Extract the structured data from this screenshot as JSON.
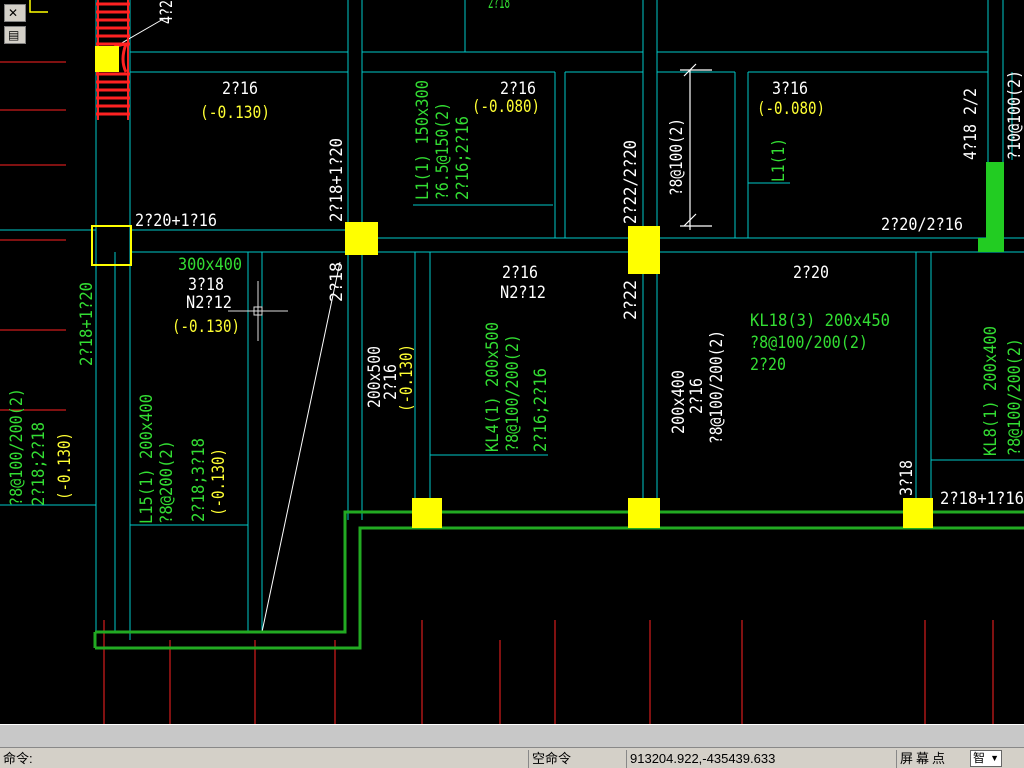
{
  "toolbar": {
    "close_glyph": "✕",
    "doc_glyph": "▤"
  },
  "drawing": {
    "labels": [
      {
        "id": "t1",
        "text": "2?16",
        "color": "#ffffff"
      },
      {
        "id": "t2",
        "text": "(-0.130)",
        "color": "#ffff33"
      },
      {
        "id": "t3",
        "text": "2?16",
        "color": "#ffffff"
      },
      {
        "id": "t4",
        "text": "(-0.080)",
        "color": "#ffff33"
      },
      {
        "id": "t5",
        "text": "3?16",
        "color": "#ffffff"
      },
      {
        "id": "t6",
        "text": "(-0.080)",
        "color": "#ffff33"
      },
      {
        "id": "t7",
        "text": "2?20+1?16",
        "color": "#ffffff"
      },
      {
        "id": "t8",
        "text": "2?20/2?16",
        "color": "#ffffff"
      },
      {
        "id": "t9",
        "text": "300x400",
        "color": "#33dd33"
      },
      {
        "id": "t10",
        "text": "3?18",
        "color": "#ffffff"
      },
      {
        "id": "t11",
        "text": "N2?12",
        "color": "#ffffff"
      },
      {
        "id": "t12",
        "text": "(-0.130)",
        "color": "#ffff33"
      },
      {
        "id": "t13",
        "text": "2?16",
        "color": "#ffffff"
      },
      {
        "id": "t14",
        "text": "N2?12",
        "color": "#ffffff"
      },
      {
        "id": "t15",
        "text": "2?20",
        "color": "#ffffff"
      },
      {
        "id": "t16",
        "text": "KL18(3) 200x450",
        "color": "#33dd33"
      },
      {
        "id": "t17",
        "text": "?8@100/200(2)",
        "color": "#33dd33"
      },
      {
        "id": "t18",
        "text": "2?20",
        "color": "#33dd33"
      },
      {
        "id": "t19",
        "text": "2?18+1?16",
        "color": "#ffffff"
      },
      {
        "id": "v1",
        "text": "L1(1) 150x300",
        "color": "#33dd33"
      },
      {
        "id": "v2",
        "text": "?6.5@150(2)",
        "color": "#33dd33"
      },
      {
        "id": "v3",
        "text": "2?16;2?16",
        "color": "#33dd33"
      },
      {
        "id": "v4",
        "text": "2?18+1?20",
        "color": "#ffffff"
      },
      {
        "id": "v5",
        "text": "2?22/2?20",
        "color": "#ffffff"
      },
      {
        "id": "v6",
        "text": "?8@100(2)",
        "color": "#ffffff"
      },
      {
        "id": "v7",
        "text": "L1(1)",
        "color": "#33dd33"
      },
      {
        "id": "v8",
        "text": "4?18 2/2",
        "color": "#ffffff"
      },
      {
        "id": "v9",
        "text": "?10@100(2)",
        "color": "#ffffff"
      },
      {
        "id": "v10",
        "text": "2?18+1?20",
        "color": "#33dd33"
      },
      {
        "id": "v11",
        "text": "?8@100/200(2)",
        "color": "#33dd33"
      },
      {
        "id": "v12",
        "text": "2?18;2?18",
        "color": "#33dd33"
      },
      {
        "id": "v13",
        "text": "(-0.130)",
        "color": "#ffff33"
      },
      {
        "id": "v14",
        "text": "L15(1) 200x400",
        "color": "#33dd33"
      },
      {
        "id": "v15",
        "text": "?8@200(2)",
        "color": "#33dd33"
      },
      {
        "id": "v16",
        "text": "2?18;3?18",
        "color": "#33dd33"
      },
      {
        "id": "v17",
        "text": "(-0.130)",
        "color": "#ffff33"
      },
      {
        "id": "v18",
        "text": "2?18",
        "color": "#ffffff"
      },
      {
        "id": "v19",
        "text": "200x500",
        "color": "#ffffff"
      },
      {
        "id": "v20",
        "text": "2?16",
        "color": "#ffffff"
      },
      {
        "id": "v21",
        "text": "(-0.130)",
        "color": "#ffff33"
      },
      {
        "id": "v22",
        "text": "KL4(1) 200x500",
        "color": "#33dd33"
      },
      {
        "id": "v23",
        "text": "?8@100/200(2)",
        "color": "#33dd33"
      },
      {
        "id": "v24",
        "text": "2?16;2?16",
        "color": "#33dd33"
      },
      {
        "id": "v25",
        "text": "2?22",
        "color": "#ffffff"
      },
      {
        "id": "v26",
        "text": "200x400",
        "color": "#ffffff"
      },
      {
        "id": "v27",
        "text": "2?16",
        "color": "#ffffff"
      },
      {
        "id": "v28",
        "text": "?8@100/200(2)",
        "color": "#ffffff"
      },
      {
        "id": "v29",
        "text": "3?18",
        "color": "#ffffff"
      },
      {
        "id": "v30",
        "text": "KL8(1) 200x400",
        "color": "#33dd33"
      },
      {
        "id": "v31",
        "text": "?8@100/200(2)",
        "color": "#33dd33"
      },
      {
        "id": "v32",
        "text": "4?2",
        "color": "#ffffff"
      },
      {
        "id": "v33",
        "text": "2?18",
        "color": "#33dd33"
      }
    ]
  },
  "status": {
    "command_label": "命令:",
    "mode_text": "空命令",
    "coordinates": "913204.922,-435439.633",
    "snap_label": "屏幕点",
    "dropdown_value": "智"
  },
  "colors": {
    "background": "#000000",
    "grid": "#00c8c8",
    "beam": "#33dd33",
    "column": "#ffff00",
    "axis": "#ff2222"
  }
}
